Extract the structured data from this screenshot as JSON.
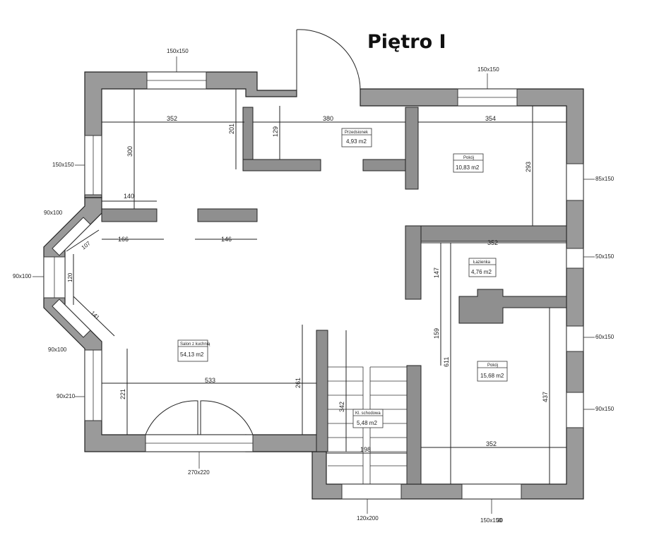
{
  "title": "Piętro I",
  "rooms": [
    {
      "name": "Przedsionek",
      "area": "4,93 m2"
    },
    {
      "name": "Pokój",
      "area": "10,83 m2"
    },
    {
      "name": "Łazienka",
      "area": "4,76 m2"
    },
    {
      "name": "Salon z kuchnią",
      "area": "54,13 m2"
    },
    {
      "name": "Pokój",
      "area": "15,68 m2"
    },
    {
      "name": "Kl. schodowa",
      "area": "5,48 m2"
    }
  ],
  "windows": [
    "150x150",
    "150x150",
    "150x150",
    "85x150",
    "90x100",
    "90x100",
    "90x100",
    "50x150",
    "60x150",
    "90x210",
    "90x150",
    "270x220",
    "120x200",
    "150x150"
  ],
  "dimensions": [
    "352",
    "380",
    "354",
    "300",
    "201",
    "129",
    "293",
    "140",
    "166",
    "146",
    "107",
    "120",
    "141",
    "352",
    "147",
    "159",
    "611",
    "533",
    "221",
    "261",
    "342",
    "198",
    "352",
    "437"
  ],
  "extra_label": "30"
}
